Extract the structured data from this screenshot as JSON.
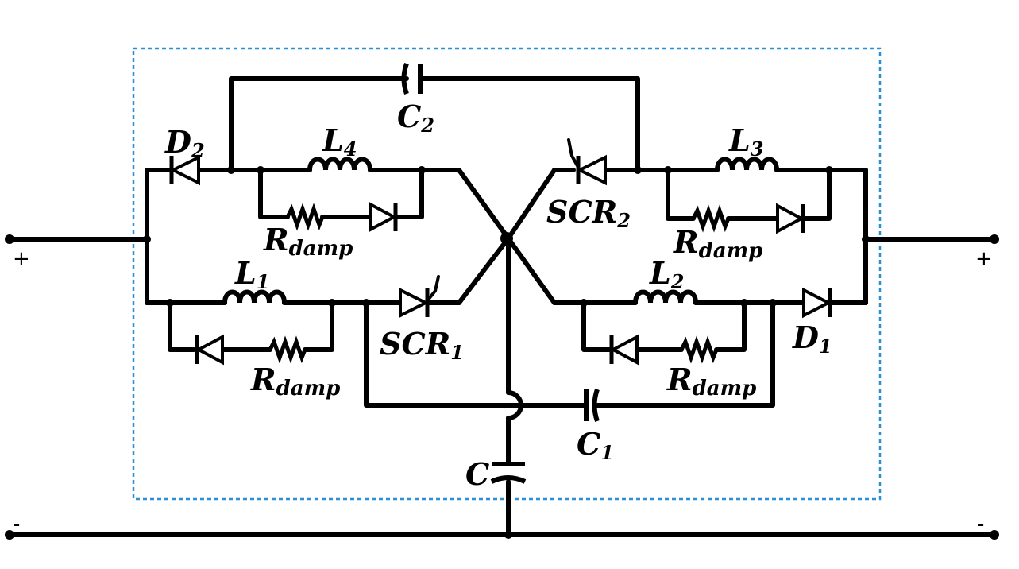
{
  "labels": {
    "c2": "C",
    "c2_sub": "2",
    "d2": "D",
    "d2_sub": "2",
    "l4": "L",
    "l4_sub": "4",
    "rdamp_ul": "R",
    "rdamp_ul_sub": "damp",
    "l1": "L",
    "l1_sub": "1",
    "rdamp_ll": "R",
    "rdamp_ll_sub": "damp",
    "scr1": "SCR",
    "scr1_sub": "1",
    "scr2": "SCR",
    "scr2_sub": "2",
    "l3": "L",
    "l3_sub": "3",
    "rdamp_ur": "R",
    "rdamp_ur_sub": "damp",
    "l2": "L",
    "l2_sub": "2",
    "rdamp_lr": "R",
    "rdamp_lr_sub": "damp",
    "d1": "D",
    "d1_sub": "1",
    "c1": "C",
    "c1_sub": "1",
    "c": "C"
  },
  "terminals": {
    "left_plus": "+",
    "right_plus": "+",
    "left_minus": "-",
    "right_minus": "-"
  },
  "colors": {
    "wire": "#000000",
    "boundary": "#2a8fd6"
  }
}
